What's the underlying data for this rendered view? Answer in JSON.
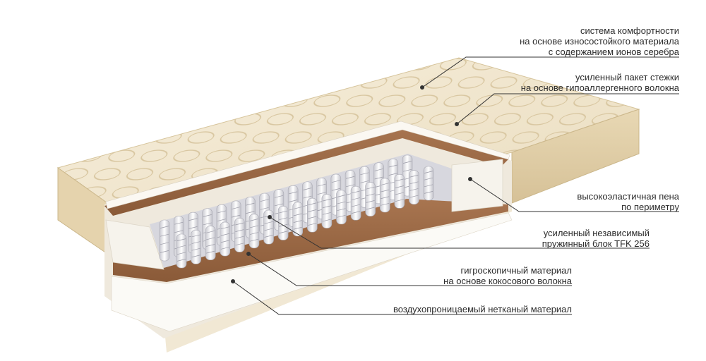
{
  "callouts": [
    {
      "id": "comfort-system",
      "lines": [
        "система комфортности",
        "на основе износостойкого материала",
        "с содержанием ионов серебра"
      ]
    },
    {
      "id": "quilting",
      "lines": [
        "усиленный пакет стежки",
        "на основе гипоаллергенного волокна"
      ]
    },
    {
      "id": "foam-perimeter",
      "lines": [
        "высокоэластичная пена",
        "по периметру"
      ]
    },
    {
      "id": "spring-block",
      "lines": [
        "усиленный независимый",
        "пружинный блок TFK 256"
      ]
    },
    {
      "id": "coconut",
      "lines": [
        "гигроскопичный материал",
        "на основе кокосового волокна"
      ]
    },
    {
      "id": "nonwoven",
      "lines": [
        "воздухопроницаемый нетканый материал"
      ]
    }
  ],
  "colors": {
    "fabric": "#efe4cc",
    "fabric_shadow": "#d9c7a0",
    "coconut": "#9b6a45",
    "foam": "#f4f1ea",
    "spring": "#e6e6ea",
    "leader": "#333333"
  }
}
